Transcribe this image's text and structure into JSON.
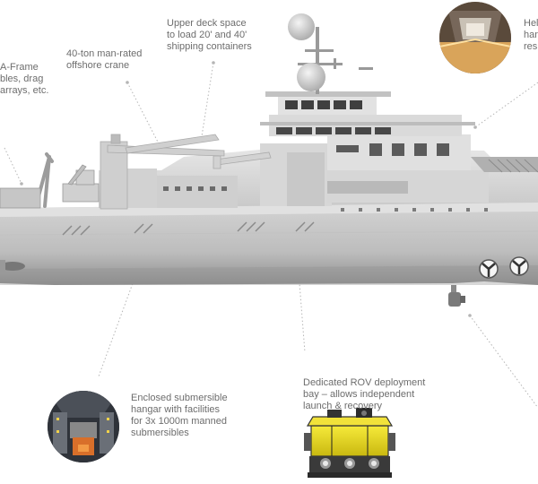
{
  "callouts": {
    "aframe": "A-Frame\nbles, drag\narrays, etc.",
    "crane": "40-ton man-rated\noffshore crane",
    "deck": "Upper deck space\nto load 20' and 40'\nshipping containers",
    "heli": "Hel\nhan\nres",
    "hangar": "Enclosed submersible\nhangar with facilities\nfor 3x 1000m manned\nsubmersibles",
    "rov": "Dedicated ROV deployment\nbay – allows independent\nlaunch & recovery"
  },
  "colors": {
    "hull": "#c8c8c8",
    "hull_dark": "#9a9a9a",
    "superstructure": "#dcdcdc",
    "leader": "#b5b5b5",
    "text": "#6d6d6d",
    "rov_yellow": "#e8d61a"
  },
  "icons": {
    "top_right_photo": "hangar-interior-photo",
    "bottom_left_photo": "submersible-hangar-photo",
    "rov_image": "rov-vehicle-illustration"
  }
}
